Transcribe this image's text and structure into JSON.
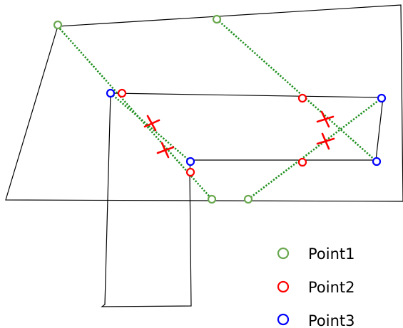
{
  "colors": {
    "outline": "#000000",
    "point1": "#6aa84f",
    "point2": "#ff0000",
    "point3": "#0000ff",
    "dotted_line": "#1e8f1e",
    "cross": "#ff0000"
  },
  "legend": {
    "items": [
      {
        "label": "Point1",
        "color_key": "point1"
      },
      {
        "label": "Point2",
        "color_key": "point2"
      },
      {
        "label": "Point3",
        "color_key": "point3"
      }
    ]
  }
}
